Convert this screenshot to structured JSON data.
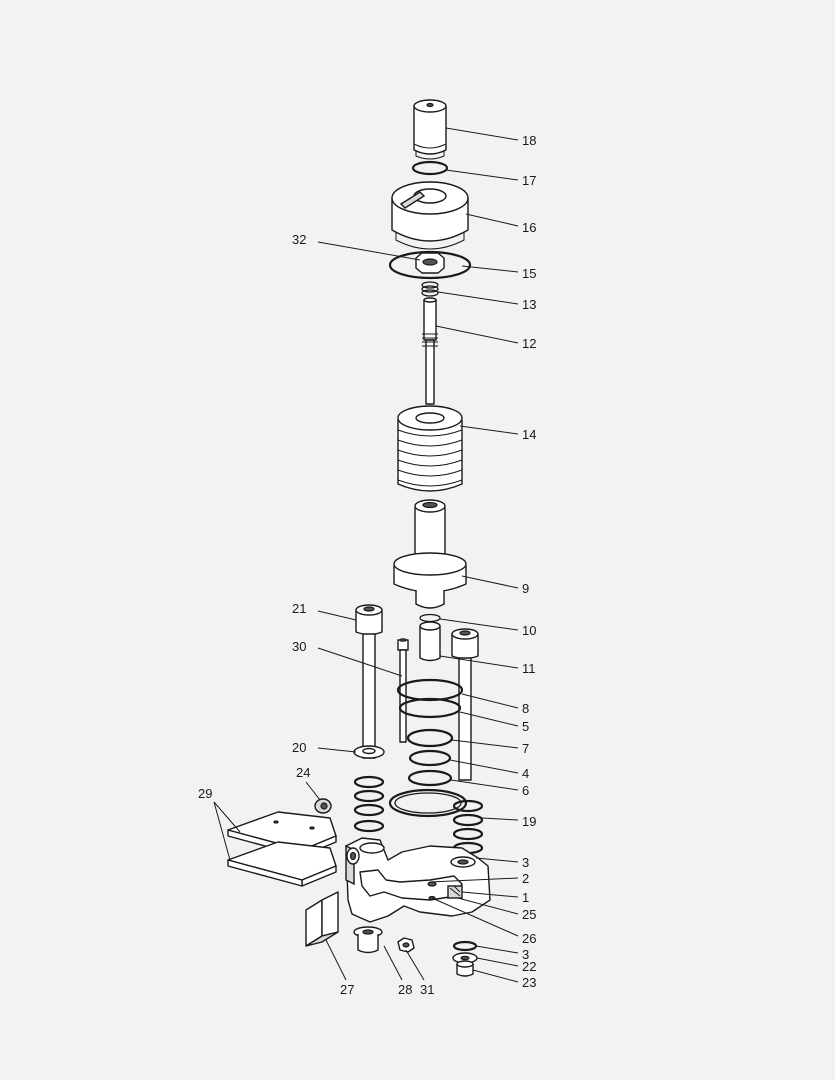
{
  "callouts": {
    "c18": "18",
    "c17": "17",
    "c16": "16",
    "c32": "32",
    "c15": "15",
    "c13": "13",
    "c12": "12",
    "c14": "14",
    "c9": "9",
    "c21": "21",
    "c10": "10",
    "c11": "11",
    "c30": "30",
    "c8": "8",
    "c5": "5",
    "c7": "7",
    "c20": "20",
    "c4": "4",
    "c24": "24",
    "c6": "6",
    "c29": "29",
    "c19": "19",
    "c3a": "3",
    "c2": "2",
    "c1": "1",
    "c25": "25",
    "c26": "26",
    "c3b": "3",
    "c22": "22",
    "c23": "23",
    "c27": "27",
    "c28": "28",
    "c31": "31"
  }
}
